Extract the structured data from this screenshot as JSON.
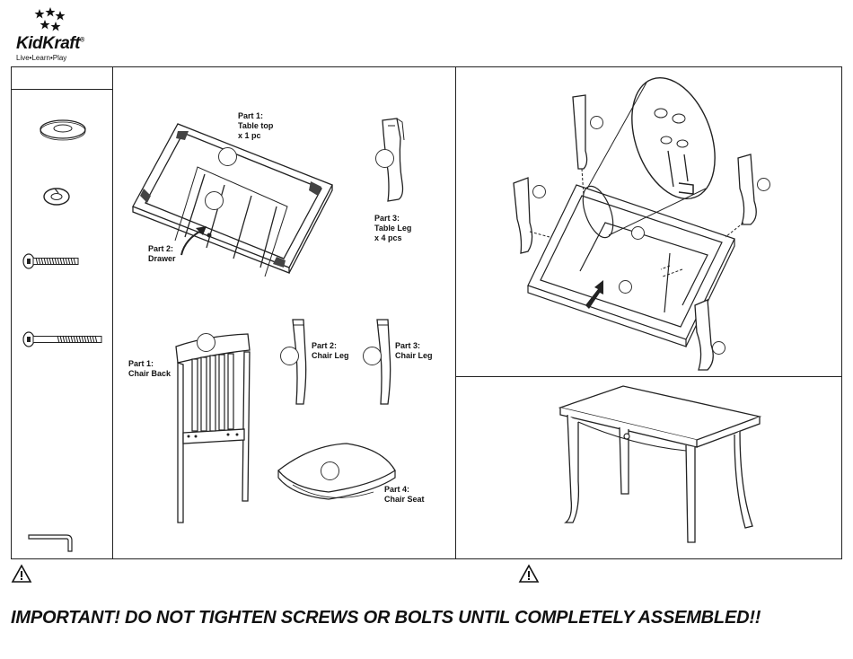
{
  "brand": {
    "name": "KidKraft",
    "registered": "®",
    "tagline": "Live•Learn•Play"
  },
  "hardware_panel": {
    "items": [
      "washer-icon",
      "split-washer-icon",
      "short-bolt-icon",
      "long-bolt-icon",
      "allen-key-icon"
    ]
  },
  "parts_panel": {
    "table_top": {
      "line1": "Part 1:",
      "line2": "Table top",
      "line3": "x 1 pc"
    },
    "drawer": {
      "line1": "Part 2:",
      "line2": "Drawer"
    },
    "table_leg": {
      "line1": "Part 3:",
      "line2": "Table Leg",
      "line3": "x 4 pcs"
    },
    "chair_back": {
      "line1": "Part 1:",
      "line2": "Chair Back"
    },
    "chair_leg_2": {
      "line1": "Part 2:",
      "line2": "Chair Leg"
    },
    "chair_leg_3": {
      "line1": "Part 3:",
      "line2": "Chair Leg"
    },
    "chair_seat": {
      "line1": "Part 4:",
      "line2": "Chair Seat"
    }
  },
  "warning": "IMPORTANT! DO NOT TIGHTEN SCREWS OR BOLTS UNTIL COMPLETELY ASSEMBLED!!"
}
